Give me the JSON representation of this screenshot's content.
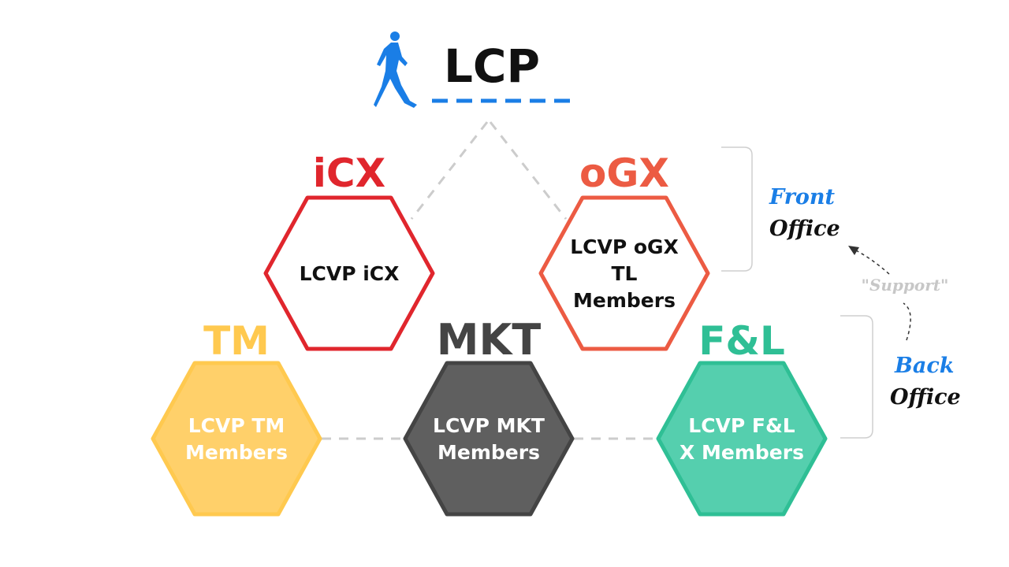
{
  "top": {
    "title": "LCP",
    "icon": "walking-person-icon",
    "icon_color": "#1a7ee6"
  },
  "hexagons": [
    {
      "key": "icx",
      "heading": "iCX",
      "lines": [
        "LCVP iCX"
      ],
      "color": "#e0262d",
      "filled": false,
      "text_color": "#111111"
    },
    {
      "key": "ogx",
      "heading": "oGX",
      "lines": [
        "LCVP oGX",
        "TL",
        "Members"
      ],
      "color": "#ec5b43",
      "filled": false,
      "text_color": "#111111"
    },
    {
      "key": "tm",
      "heading": "TM",
      "lines": [
        "LCVP TM",
        "Members"
      ],
      "color": "#ffc94f",
      "fill": "#ffd06a",
      "filled": true,
      "text_color": "#ffffff"
    },
    {
      "key": "mkt",
      "heading": "MKT",
      "lines": [
        "LCVP MKT",
        "Members"
      ],
      "color": "#444444",
      "fill": "#5f5f5f",
      "filled": true,
      "text_color": "#ffffff"
    },
    {
      "key": "fl",
      "heading": "F&L",
      "lines": [
        "LCVP F&L",
        "X Members"
      ],
      "color": "#2fbf95",
      "fill": "#55cfae",
      "filled": true,
      "text_color": "#ffffff"
    }
  ],
  "side": {
    "front": {
      "line1": "Front",
      "line2": "Office"
    },
    "back": {
      "line1": "Back",
      "line2": "Office"
    },
    "support": "\"Support\"",
    "accent_color": "#1a7ee6",
    "support_color": "#c7c7c7"
  }
}
